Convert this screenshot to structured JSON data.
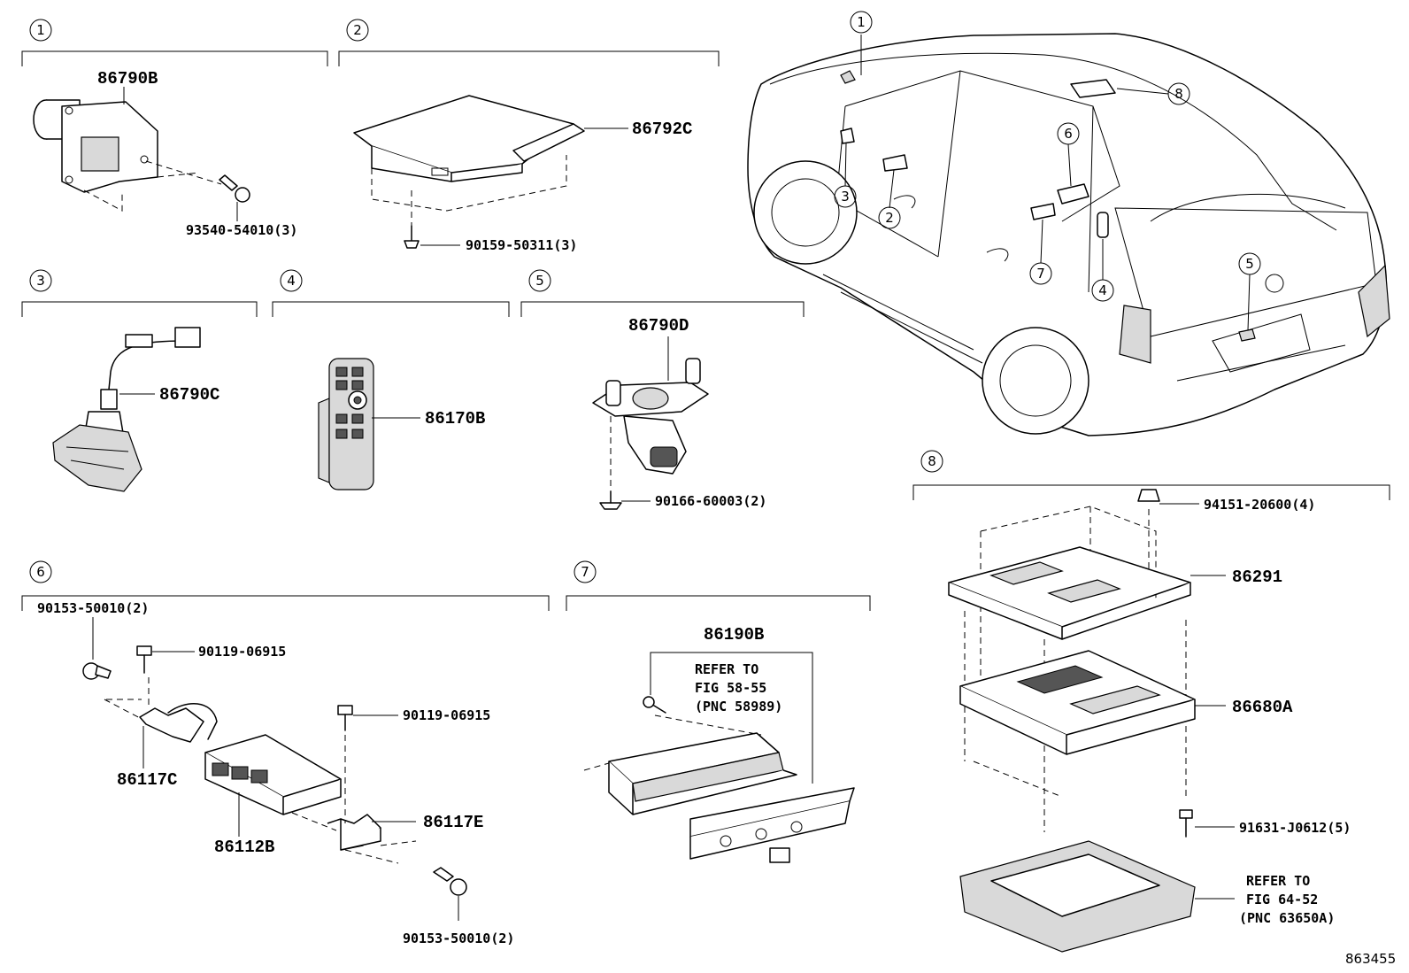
{
  "sections": [
    {
      "num": "1",
      "parts": [
        "86790B",
        "93540-54010(3)"
      ]
    },
    {
      "num": "2",
      "parts": [
        "86792C",
        "90159-50311(3)"
      ]
    },
    {
      "num": "3",
      "parts": [
        "86790C"
      ]
    },
    {
      "num": "4",
      "parts": [
        "86170B"
      ]
    },
    {
      "num": "5",
      "parts": [
        "86790D",
        "90166-60003(2)"
      ]
    },
    {
      "num": "6",
      "parts": [
        "90153-50010(2)",
        "90119-06915",
        "90119-06915",
        "86117C",
        "86117E",
        "86112B",
        "90153-50010(2)"
      ]
    },
    {
      "num": "7",
      "parts": [
        "86190B"
      ],
      "refer": [
        "REFER TO",
        "FIG 58-55",
        "(PNC 58989)"
      ]
    },
    {
      "num": "8",
      "parts": [
        "94151-20600(4)",
        "86291",
        "86680A",
        "91631-J0612(5)"
      ],
      "refer": [
        "REFER TO",
        "FIG 64-52",
        "(PNC 63650A)"
      ]
    }
  ],
  "vehicle_callouts": [
    "1",
    "2",
    "3",
    "4",
    "5",
    "6",
    "7",
    "8"
  ],
  "figure_id": "863455"
}
